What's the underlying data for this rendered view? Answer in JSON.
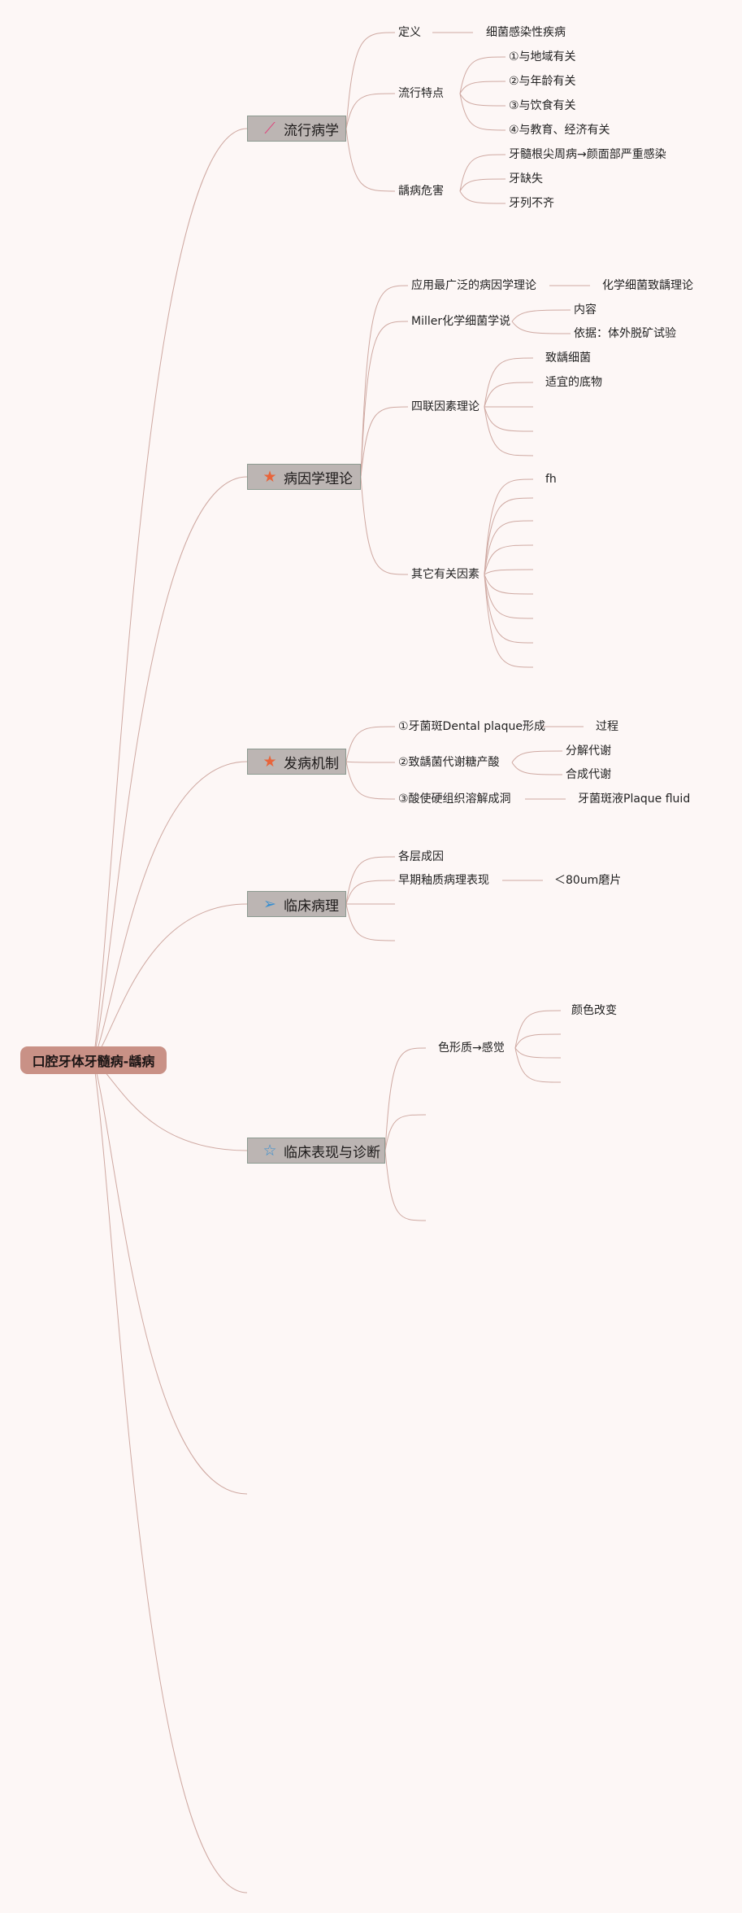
{
  "root": {
    "label": "口腔牙体牙髓病-龋病"
  },
  "branches": {
    "epidemiology": {
      "label": "流行病学",
      "icon": "sparkle-icon",
      "icon_color": "#e0407a",
      "definition": {
        "label": "定义",
        "value": "细菌感染性疾病"
      },
      "features": {
        "label": "流行特点",
        "items": [
          "①与地域有关",
          "②与年龄有关",
          "③与饮食有关",
          "④与教育、经济有关"
        ]
      },
      "harm": {
        "label": "龋病危害",
        "items": [
          "牙髓根尖周病→颜面部严重感染",
          "牙缺失",
          "牙列不齐"
        ]
      }
    },
    "etiology": {
      "label": "病因学理论",
      "icon": "star-icon",
      "icon_color": "#e8643a",
      "widest": {
        "label": "应用最广泛的病因学理论",
        "value": "化学细菌致龋理论"
      },
      "miller": {
        "label": "Miller化学细菌学说",
        "items": [
          "内容",
          "依据：体外脱矿试验"
        ]
      },
      "four_factor": {
        "label": "四联因素理论",
        "items": [
          "致龋细菌",
          "适宜的底物"
        ]
      },
      "other": {
        "label": "其它有关因素",
        "items": [
          "fh"
        ]
      }
    },
    "mechanism": {
      "label": "发病机制",
      "icon": "star-icon",
      "icon_color": "#e8643a",
      "plaque": {
        "label": "①牙菌斑Dental plaque形成",
        "value": "过程"
      },
      "acid": {
        "label": "②致龋菌代谢糖产酸",
        "items": [
          "分解代谢",
          "合成代谢"
        ]
      },
      "dissolve": {
        "label": "③酸使硬组织溶解成洞",
        "value": "牙菌斑液Plaque fluid"
      }
    },
    "pathology": {
      "label": "临床病理",
      "icon": "send-icon",
      "icon_color": "#3a8fd0",
      "layers": {
        "label": "各层成因"
      },
      "early": {
        "label": "早期釉质病理表现",
        "value": "＜80um磨片"
      }
    },
    "diagnosis": {
      "label": "临床表现与诊断",
      "icon": "star-outline-icon",
      "icon_color": "#3a8fd0",
      "color_texture": {
        "label": "色形质→感觉",
        "items": [
          "颜色改变"
        ]
      }
    }
  },
  "colors": {
    "background": "#fdf7f6",
    "root_fill": "#c99186",
    "topic_fill": "#bcb5b3",
    "topic_border": "#8c9a90",
    "link": "#cfa9a2"
  }
}
